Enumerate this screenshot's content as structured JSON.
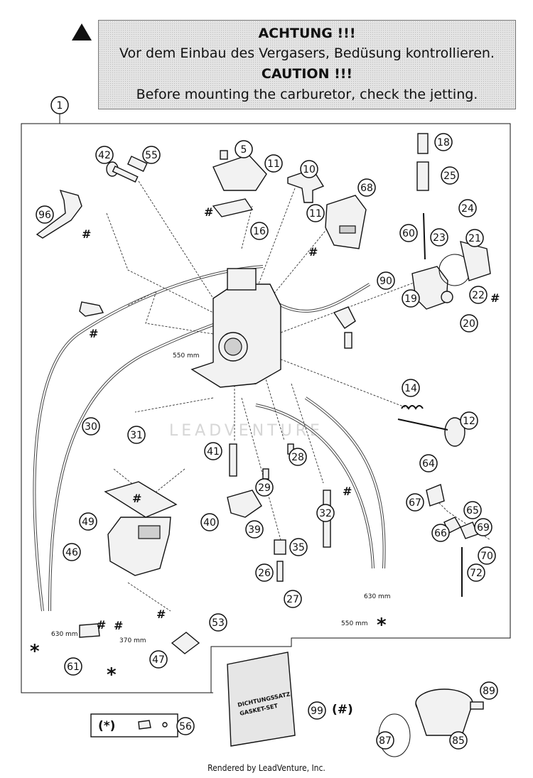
{
  "warning": {
    "line1": "ACHTUNG !!!",
    "line2": "Vor dem Einbau des Vergasers, Bedüsung kontrollieren.",
    "line3": "CAUTION !!!",
    "line4": "Before mounting the carburetor, check the jetting."
  },
  "callouts": [
    "1",
    "5",
    "10",
    "11",
    "11",
    "12",
    "14",
    "16",
    "18",
    "19",
    "20",
    "21",
    "22",
    "23",
    "24",
    "25",
    "26",
    "27",
    "28",
    "29",
    "30",
    "31",
    "32",
    "35",
    "39",
    "40",
    "41",
    "42",
    "46",
    "47",
    "49",
    "53",
    "55",
    "56",
    "60",
    "61",
    "64",
    "65",
    "66",
    "67",
    "68",
    "69",
    "70",
    "72",
    "85",
    "87",
    "89",
    "90",
    "96",
    "99"
  ],
  "hash_mark": "#",
  "asterisk_mark": "*",
  "dimensions": {
    "d550_top": "550 mm",
    "d630_left": "630 mm",
    "d370": "370 mm",
    "d630_right": "630 mm",
    "d550_right": "550 mm"
  },
  "gasket_set": {
    "line1": "DICHTUNGSSATZ",
    "line2": "GASKET-SET"
  },
  "kit_label": "(*)",
  "gasket_kit_label": "(#)",
  "watermark": "LEADVENTURE",
  "footer": "Rendered by LeadVenture, Inc."
}
